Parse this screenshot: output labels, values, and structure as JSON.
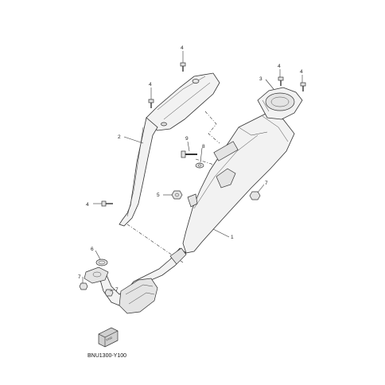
{
  "diagram": {
    "code": "BNU1300-Y100",
    "fwd_label": "FWD",
    "callouts": [
      {
        "id": "c-4a",
        "text": "4"
      },
      {
        "id": "c-4b",
        "text": "4"
      },
      {
        "id": "c-4c",
        "text": "4"
      },
      {
        "id": "c-4d",
        "text": "4"
      },
      {
        "id": "c-4e",
        "text": "4"
      },
      {
        "id": "c-3",
        "text": "3"
      },
      {
        "id": "c-2",
        "text": "2"
      },
      {
        "id": "c-9",
        "text": "9"
      },
      {
        "id": "c-8",
        "text": "8"
      },
      {
        "id": "c-5",
        "text": "5"
      },
      {
        "id": "c-7a",
        "text": "7"
      },
      {
        "id": "c-1",
        "text": "1"
      },
      {
        "id": "c-6",
        "text": "6"
      },
      {
        "id": "c-7b",
        "text": "7"
      },
      {
        "id": "c-7c",
        "text": "7"
      }
    ]
  }
}
